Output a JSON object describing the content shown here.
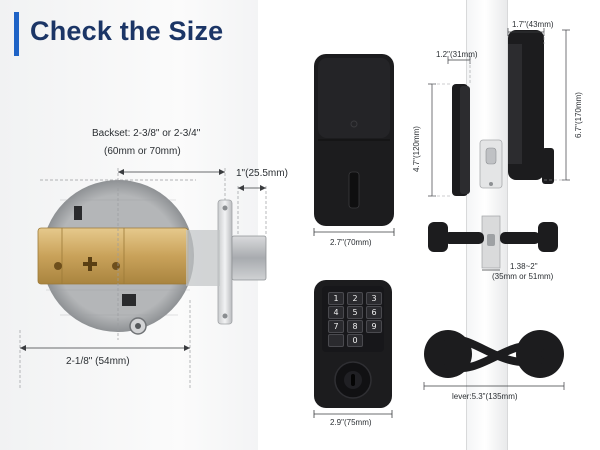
{
  "title": "Check the Size",
  "deadbolt": {
    "backset_label": "Backset: 2-3/8\" or 2-3/4\"",
    "backset_metric": "(60mm or 70mm)",
    "bolt_throw": "1\"(25.5mm)",
    "diameter": "2-1/8\" (54mm)"
  },
  "exterior_unit": {
    "width_label": "2.9\"(75mm)"
  },
  "interior_unit": {
    "width_label": "2.7\"(70mm)",
    "height_label": "4.7\"(120mm)"
  },
  "side_view": {
    "depth_label": "1.7\"(43mm)",
    "thumb_label": "1.2\"(31mm)",
    "height_label": "6.7\"(170mm)",
    "door_thickness": "1.38~2\"",
    "door_thickness_metric": "(35mm or 51mm)"
  },
  "lever": {
    "length_label": "lever:5.3\"(135mm)"
  },
  "keypad": {
    "keys": [
      "1",
      "2",
      "3",
      "4",
      "5",
      "6",
      "7",
      "8",
      "9",
      "0"
    ]
  },
  "colors": {
    "title": "#1b3566",
    "accent_bar": "#1f63c6",
    "hardware_black": "#1c1c1e",
    "brass": "#c9a25a"
  }
}
